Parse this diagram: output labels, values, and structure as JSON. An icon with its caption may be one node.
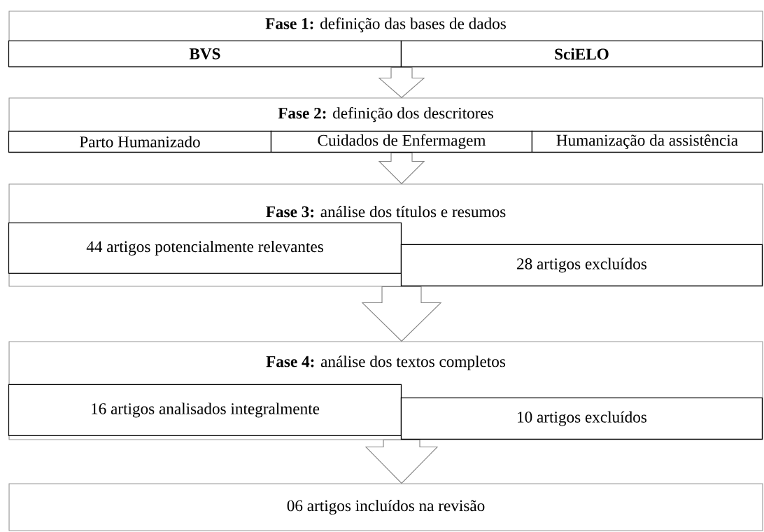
{
  "diagram": {
    "nodes": [
      {
        "text": [
          "**Fase 1:** definição das bases de dados"
        ]
      },
      {
        "text": [
          "BVS"
        ],
        "in": 0
      },
      {
        "text": [
          "SciELO"
        ],
        "in": 0
      },
      {
        "text": [
          "**Fase 2:** definição dos descritores"
        ]
      },
      {
        "text": [
          "Parto Humanizado"
        ],
        "in": 3
      },
      {
        "text": [
          "Cuidados de Enfermagem"
        ],
        "in": 3
      },
      {
        "text": [
          "Humanização da assistência"
        ],
        "in": 3
      },
      {
        "text": [
          "**Fase 3:** análise dos títulos e resumos"
        ]
      },
      {
        "text": [
          "44 artigos potencialmente relevantes"
        ],
        "in": 7
      },
      {
        "text": [
          "28 artigos excluídos"
        ],
        "in": 7
      },
      {
        "text": [
          "**Fase 4:** análise dos textos completos"
        ]
      },
      {
        "text": [
          "16 artigos analisados integralmente"
        ],
        "in": 10
      },
      {
        "text": [
          "10 artigos excluídos"
        ],
        "in": 10
      },
      {
        "text": [
          "06 artigos incluídos na revisão"
        ]
      }
    ],
    "edges": [
      {
        "from": 0,
        "to": 3,
        "arrow": "to"
      },
      {
        "from": 3,
        "to": 7,
        "arrow": "to"
      },
      {
        "from": 7,
        "to": 10,
        "arrow": "to"
      },
      {
        "from": 10,
        "to": 13,
        "arrow": "to"
      }
    ]
  }
}
